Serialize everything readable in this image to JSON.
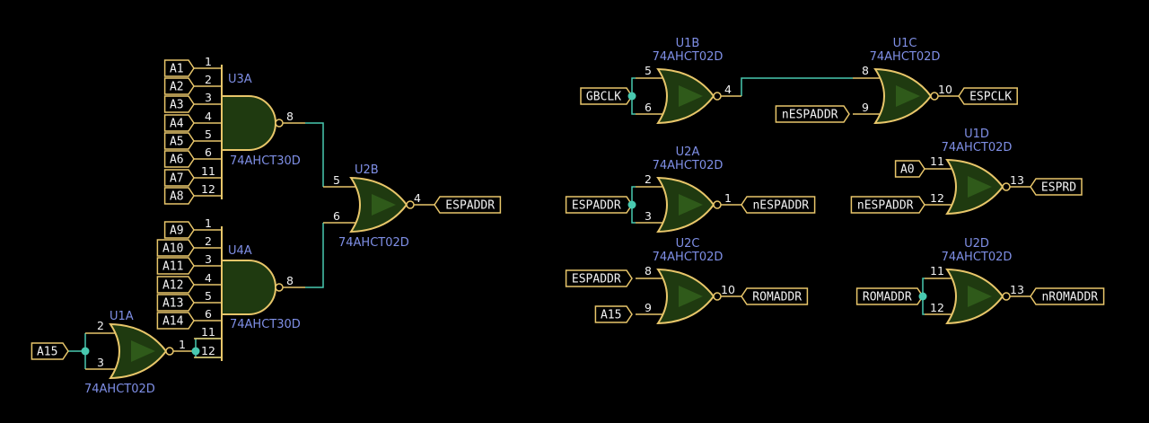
{
  "colors": {
    "background": "#000000",
    "wire": "#48c9b0",
    "symbol_outline": "#e8c66a",
    "symbol_fill": "#1f3a10",
    "reference_text": "#7f8fe6",
    "label_text": "#f2f2f2"
  },
  "gates": {
    "U3A": {
      "ref": "U3A",
      "value": "74AHCT30D",
      "inputs": [
        "1",
        "2",
        "3",
        "4",
        "5",
        "6",
        "11",
        "12"
      ],
      "output": "8"
    },
    "U4A": {
      "ref": "U4A",
      "value": "74AHCT30D",
      "inputs": [
        "1",
        "2",
        "3",
        "4",
        "5",
        "6",
        "11",
        "12"
      ],
      "output": "8"
    },
    "U2B": {
      "ref": "U2B",
      "value": "74AHCT02D",
      "inputs": [
        "5",
        "6"
      ],
      "output": "4"
    },
    "U1A": {
      "ref": "U1A",
      "value": "74AHCT02D",
      "inputs": [
        "2",
        "3"
      ],
      "output": "1"
    },
    "U1B": {
      "ref": "U1B",
      "value": "74AHCT02D",
      "inputs": [
        "5",
        "6"
      ],
      "output": "4"
    },
    "U1C": {
      "ref": "U1C",
      "value": "74AHCT02D",
      "inputs": [
        "8",
        "9"
      ],
      "output": "10"
    },
    "U2A": {
      "ref": "U2A",
      "value": "74AHCT02D",
      "inputs": [
        "2",
        "3"
      ],
      "output": "1"
    },
    "U1D": {
      "ref": "U1D",
      "value": "74AHCT02D",
      "inputs": [
        "11",
        "12"
      ],
      "output": "13"
    },
    "U2C": {
      "ref": "U2C",
      "value": "74AHCT02D",
      "inputs": [
        "8",
        "9"
      ],
      "output": "10"
    },
    "U2D": {
      "ref": "U2D",
      "value": "74AHCT02D",
      "inputs": [
        "11",
        "12"
      ],
      "output": "13"
    }
  },
  "labels": {
    "U3A_inputs": [
      "A1",
      "A2",
      "A3",
      "A4",
      "A5",
      "A6",
      "A7",
      "A8"
    ],
    "U4A_inputs": [
      "A9",
      "A10",
      "A11",
      "A12",
      "A13",
      "A14"
    ],
    "U1A_input": "A15",
    "U2B_output": "ESPADDR",
    "U1B_input": "GBCLK",
    "U1C_input": "nESPADDR",
    "U1C_output": "ESPCLK",
    "U2A_input": "ESPADDR",
    "U2A_output": "nESPADDR",
    "U1D_input_a": "A0",
    "U1D_input_b": "nESPADDR",
    "U1D_output": "ESPRD",
    "U2C_input_a": "ESPADDR",
    "U2C_input_b": "A15",
    "U2C_output": "ROMADDR",
    "U2D_input": "ROMADDR",
    "U2D_output": "nROMADDR"
  }
}
